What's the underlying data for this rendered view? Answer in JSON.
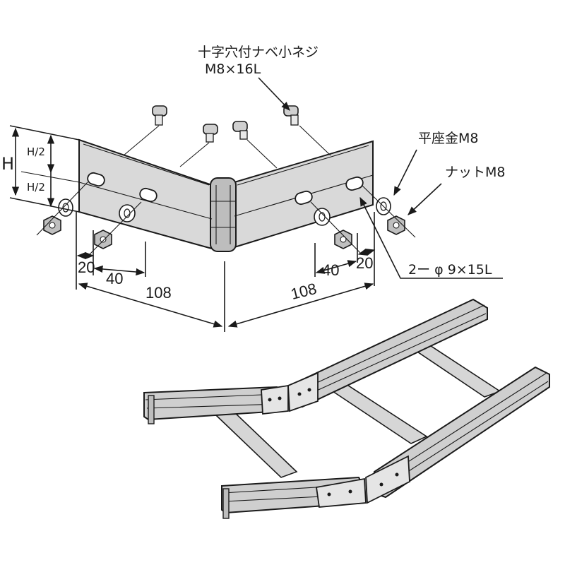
{
  "labels": {
    "screw_name": "十字穴付ナベ小ネジ",
    "screw_size": "M8×16L",
    "washer": "平座金M8",
    "nut": "ナットM8",
    "slot": "2ー φ 9×15L",
    "height": "H",
    "half_top": "H/2",
    "half_bottom": "H/2"
  },
  "dimensions": {
    "left_edge": "20",
    "left_pitch": "40",
    "left_length": "108",
    "right_length": "108",
    "right_pitch": "40",
    "right_edge": "20"
  }
}
